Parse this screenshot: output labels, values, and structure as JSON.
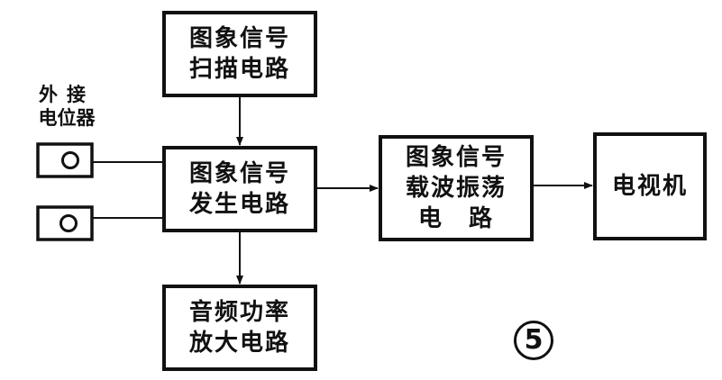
{
  "blocks": {
    "scan": {
      "line1": "图象信号",
      "line2": "扫描电路"
    },
    "gen": {
      "line1": "图象信号",
      "line2": "发生电路"
    },
    "carrier": {
      "line1": "图象信号",
      "line2": "载波振荡",
      "line3": "电　路"
    },
    "tv": {
      "line1": "电视机"
    },
    "audio": {
      "line1": "音频功率",
      "line2": "放大电路"
    }
  },
  "pot_label": {
    "line1": "外接",
    "line2": "电位器"
  },
  "figure_number": "5"
}
